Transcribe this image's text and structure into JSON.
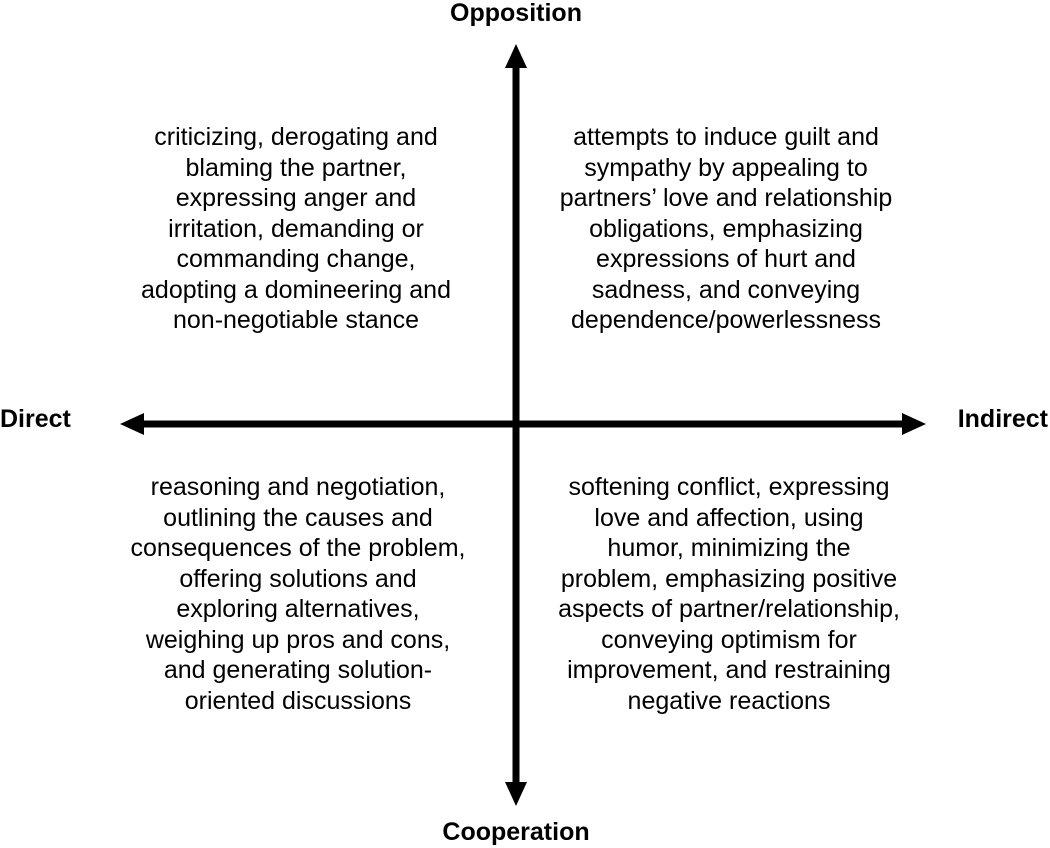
{
  "axes": {
    "top": "Opposition",
    "bottom": "Cooperation",
    "left": "Direct",
    "right": "Indirect"
  },
  "quadrants": {
    "top_left": {
      "lines": [
        "criticizing, derogating and",
        "blaming the partner,",
        "expressing anger and",
        "irritation, demanding or",
        "commanding change,",
        "adopting a domineering and",
        "non-negotiable stance"
      ]
    },
    "top_right": {
      "lines": [
        "attempts to induce guilt and",
        "sympathy by appealing to",
        "partners’ love and relationship",
        "obligations, emphasizing",
        "expressions of hurt and",
        "sadness, and conveying",
        "dependence/powerlessness"
      ]
    },
    "bottom_left": {
      "lines": [
        "reasoning and negotiation,",
        "outlining the causes and",
        "consequences of the problem,",
        "offering solutions and",
        "exploring alternatives,",
        "weighing up pros and cons,",
        "and generating solution-",
        "oriented discussions"
      ]
    },
    "bottom_right": {
      "lines": [
        "softening conflict, expressing",
        "love and affection, using",
        "humor, minimizing the",
        "problem, emphasizing positive",
        "aspects of partner/relationship,",
        "conveying optimism for",
        "improvement, and restraining",
        "negative reactions"
      ]
    }
  }
}
